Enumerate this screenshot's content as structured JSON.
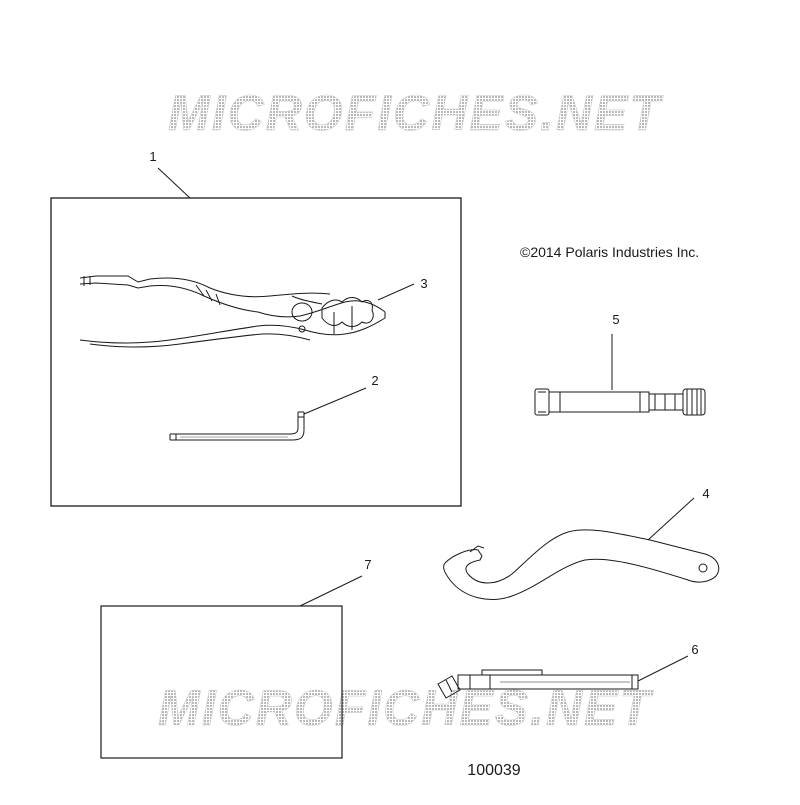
{
  "watermark": {
    "text": "MICROFICHES.NET",
    "color": "#c8c8c8"
  },
  "copyright": "©2014 Polaris Industries Inc.",
  "figure_id": "100039",
  "callouts": {
    "c1": "1",
    "c2": "2",
    "c3": "3",
    "c4": "4",
    "c5": "5",
    "c6": "6",
    "c7": "7"
  },
  "line_color": "#1a1a1a"
}
